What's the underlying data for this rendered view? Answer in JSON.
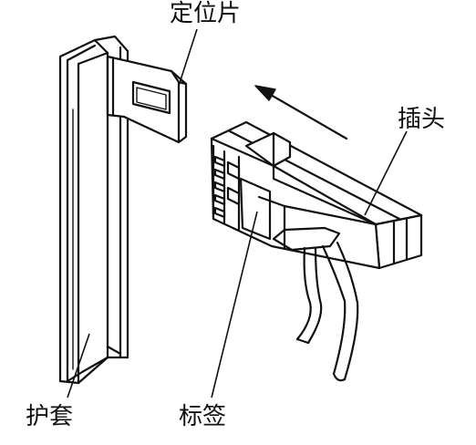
{
  "labels": {
    "locating_piece": "定位片",
    "plug": "插头",
    "sheath": "护套",
    "tag": "标签"
  }
}
